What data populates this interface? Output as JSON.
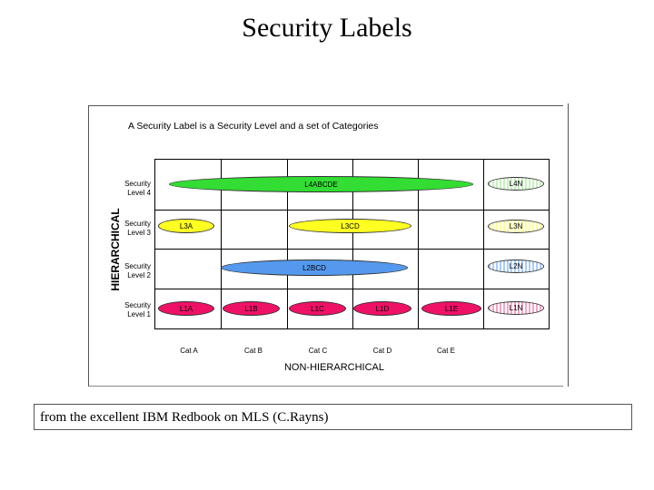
{
  "title": "Security Labels",
  "figure": {
    "subtitle": "A Security Label is a Security Level and a set of Categories",
    "y_axis_title": "HIERARCHICAL",
    "x_axis_title": "NON-HIERARCHICAL",
    "levels": [
      {
        "line1": "Security",
        "line2": "Level 4"
      },
      {
        "line1": "Security",
        "line2": "Level 3"
      },
      {
        "line1": "Security",
        "line2": "Level 2"
      },
      {
        "line1": "Security",
        "line2": "Level 1"
      }
    ],
    "categories": [
      "Cat A",
      "Cat B",
      "Cat C",
      "Cat D",
      "Cat E"
    ],
    "labels": {
      "l4abcde": "L4ABCDE",
      "l4n": "L4N",
      "l3a": "L3A",
      "l3cd": "L3CD",
      "l3n": "L3N",
      "l2bcd": "L2BCD",
      "l2n": "L2N",
      "l1a": "L1A",
      "l1b": "L1B",
      "l1c": "L1C",
      "l1d": "L1D",
      "l1e": "L1E",
      "l1n": "L1N"
    },
    "colors": {
      "level4": "#33dd33",
      "level3": "#ffff22",
      "level2": "#5599ee",
      "level1": "#ee1166"
    }
  },
  "caption": "from the excellent IBM Redbook on MLS (C.Rayns)"
}
